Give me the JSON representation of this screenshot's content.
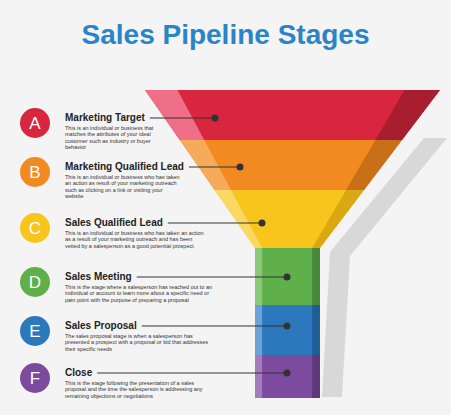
{
  "diagram": {
    "title": "Sales Pipeline Stages",
    "nodes": [
      {
        "text": [
          "A",
          "Marketing Target",
          "This is an individual or business that matches the attributes of your ideal customer such as industry or buyer behavior"
        ]
      },
      {
        "text": [
          "B",
          "Marketing Qualified Lead",
          "This is an individual or business who has taken an action as result of your marketing outreach such as clicking on a link or visiting your website"
        ]
      },
      {
        "text": [
          "C",
          "Sales Qualified Lead",
          "This is an individual or business who has taken an action as a result of your marketing outreach and has been vetted by a salesperson as a good potential prospect"
        ]
      },
      {
        "text": [
          "D",
          "Sales Meeting",
          "This is the stage where a salesperson has reached out to an individual or account to learn more about a specific need or pain point with the purpose of preparing a proposal"
        ]
      },
      {
        "text": [
          "E",
          "Sales Proposal",
          "The sales proposal stage is when a salesperson has presented a prospect with a proposal or bid that addresses their specific needs"
        ]
      },
      {
        "text": [
          "F",
          "Close",
          "This is the stage following the presentation of a sales proposal and the time the salesperson is addressing any remaining objections or negotiations"
        ]
      }
    ]
  }
}
